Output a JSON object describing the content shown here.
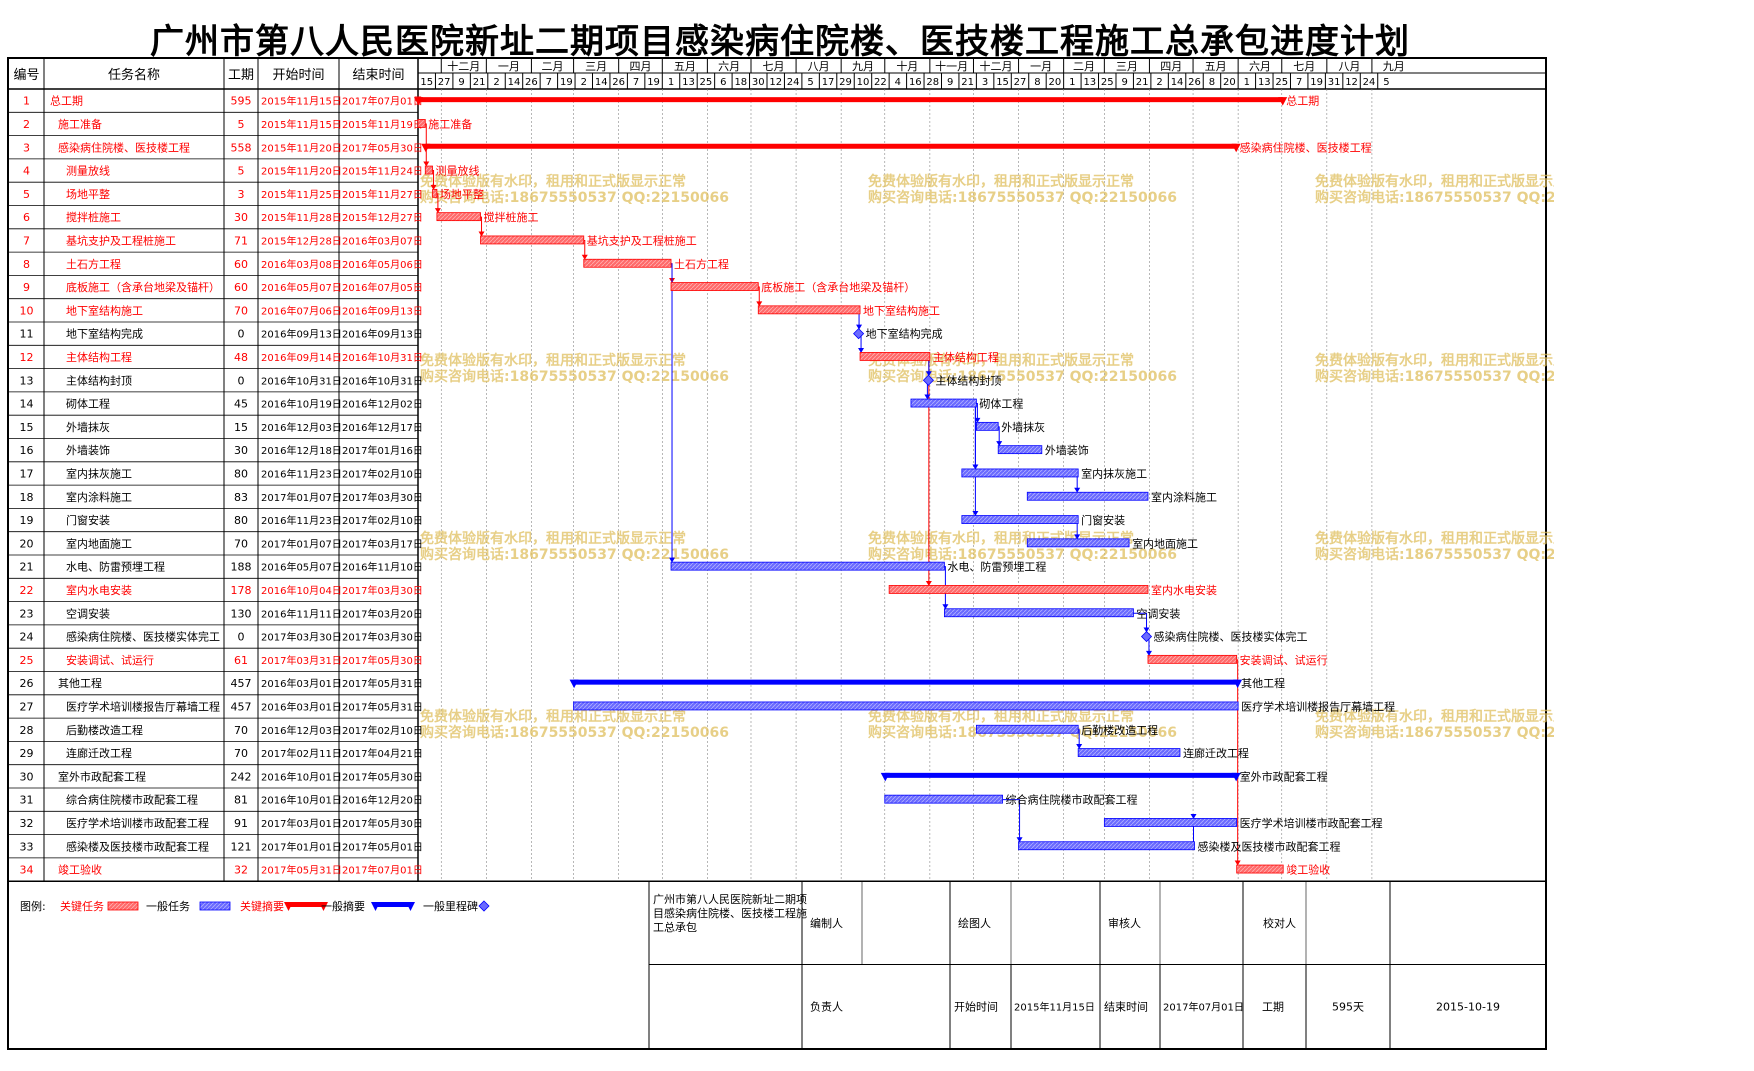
{
  "title": "广州市第八人民医院新址二期项目感染病住院楼、医技楼工程施工总承包进度计划",
  "headers": {
    "id": "编号",
    "name": "任务名称",
    "dur": "工期",
    "start": "开始时间",
    "end": "结束时间"
  },
  "months": [
    "十二月",
    "一月",
    "二月",
    "三月",
    "四月",
    "五月",
    "六月",
    "七月",
    "八月",
    "九月",
    "十月",
    "十一月",
    "十二月",
    "一月",
    "二月",
    "三月",
    "四月",
    "五月",
    "六月",
    "七月",
    "八月",
    "九月"
  ],
  "days": [
    "15",
    "27",
    "9",
    "21",
    "2",
    "14",
    "26",
    "7",
    "19",
    "2",
    "14",
    "26",
    "7",
    "19",
    "1",
    "13",
    "25",
    "6",
    "18",
    "30",
    "12",
    "24",
    "5",
    "17",
    "29",
    "10",
    "22",
    "4",
    "16",
    "28",
    "9",
    "21",
    "3",
    "15",
    "27",
    "8",
    "20",
    "1",
    "13",
    "25",
    "9",
    "21",
    "2",
    "14",
    "26",
    "8",
    "20",
    "1",
    "13",
    "25",
    "7",
    "19",
    "31",
    "12",
    "24",
    "5"
  ],
  "colors": {
    "critical": "#ff0000",
    "critical_fill": "#ff6a6a",
    "normal": "#0000ff",
    "normal_fill": "#6a6aff",
    "watermark": "#e0c060"
  },
  "watermark": {
    "line1": "免费体验版有水印，租用和正式版显示正常",
    "line2": "购买咨询电话:18675550537 QQ:22150066"
  },
  "chart_data": {
    "type": "gantt",
    "title": "广州市第八人民医院新址二期项目感染病住院楼、医技楼工程施工总承包进度计划",
    "x_range": [
      "2015-11-15",
      "2017-09-10"
    ],
    "tasks": [
      {
        "id": "1",
        "name": "总工期",
        "dur": "595",
        "start": "2015年11月15日",
        "end": "2017年07月01日",
        "s": "2015-11-15",
        "e": "2017-07-01",
        "kind": "summary",
        "critical": true,
        "indent": 0,
        "label": "总工期"
      },
      {
        "id": "2",
        "name": "施工准备",
        "dur": "5",
        "start": "2015年11月15日",
        "end": "2015年11月19日",
        "s": "2015-11-15",
        "e": "2015-11-19",
        "kind": "task",
        "critical": true,
        "indent": 1,
        "label": "施工准备"
      },
      {
        "id": "3",
        "name": "感染病住院楼、医技楼工程",
        "dur": "558",
        "start": "2015年11月20日",
        "end": "2017年05月30日",
        "s": "2015-11-20",
        "e": "2017-05-30",
        "kind": "summary",
        "critical": true,
        "indent": 1,
        "label": "感染病住院楼、医技楼工程"
      },
      {
        "id": "4",
        "name": "测量放线",
        "dur": "5",
        "start": "2015年11月20日",
        "end": "2015年11月24日",
        "s": "2015-11-20",
        "e": "2015-11-24",
        "kind": "task",
        "critical": true,
        "indent": 2,
        "label": "测量放线"
      },
      {
        "id": "5",
        "name": "场地平整",
        "dur": "3",
        "start": "2015年11月25日",
        "end": "2015年11月27日",
        "s": "2015-11-25",
        "e": "2015-11-27",
        "kind": "task",
        "critical": true,
        "indent": 2,
        "label": "场地平整"
      },
      {
        "id": "6",
        "name": "搅拌桩施工",
        "dur": "30",
        "start": "2015年11月28日",
        "end": "2015年12月27日",
        "s": "2015-11-28",
        "e": "2015-12-27",
        "kind": "task",
        "critical": true,
        "indent": 2,
        "label": "搅拌桩施工"
      },
      {
        "id": "7",
        "name": "基坑支护及工程桩施工",
        "dur": "71",
        "start": "2015年12月28日",
        "end": "2016年03月07日",
        "s": "2015-12-28",
        "e": "2016-03-07",
        "kind": "task",
        "critical": true,
        "indent": 2,
        "label": "基坑支护及工程桩施工"
      },
      {
        "id": "8",
        "name": "土石方工程",
        "dur": "60",
        "start": "2016年03月08日",
        "end": "2016年05月06日",
        "s": "2016-03-08",
        "e": "2016-05-06",
        "kind": "task",
        "critical": true,
        "indent": 2,
        "label": "土石方工程"
      },
      {
        "id": "9",
        "name": "底板施工（含承台地梁及锚杆）",
        "dur": "60",
        "start": "2016年05月07日",
        "end": "2016年07月05日",
        "s": "2016-05-07",
        "e": "2016-07-05",
        "kind": "task",
        "critical": true,
        "indent": 2,
        "label": "底板施工（含承台地梁及锚杆）"
      },
      {
        "id": "10",
        "name": "地下室结构施工",
        "dur": "70",
        "start": "2016年07月06日",
        "end": "2016年09月13日",
        "s": "2016-07-06",
        "e": "2016-09-13",
        "kind": "task",
        "critical": true,
        "indent": 2,
        "label": "地下室结构施工"
      },
      {
        "id": "11",
        "name": "地下室结构完成",
        "dur": "0",
        "start": "2016年09月13日",
        "end": "2016年09月13日",
        "s": "2016-09-13",
        "e": "2016-09-13",
        "kind": "milestone",
        "critical": false,
        "indent": 2,
        "label": "地下室结构完成"
      },
      {
        "id": "12",
        "name": "主体结构工程",
        "dur": "48",
        "start": "2016年09月14日",
        "end": "2016年10月31日",
        "s": "2016-09-14",
        "e": "2016-10-31",
        "kind": "task",
        "critical": true,
        "indent": 2,
        "label": "主体结构工程"
      },
      {
        "id": "13",
        "name": "主体结构封顶",
        "dur": "0",
        "start": "2016年10月31日",
        "end": "2016年10月31日",
        "s": "2016-10-31",
        "e": "2016-10-31",
        "kind": "milestone",
        "critical": false,
        "indent": 2,
        "label": "主体结构封顶"
      },
      {
        "id": "14",
        "name": "砌体工程",
        "dur": "45",
        "start": "2016年10月19日",
        "end": "2016年12月02日",
        "s": "2016-10-19",
        "e": "2016-12-02",
        "kind": "task",
        "critical": false,
        "indent": 2,
        "label": "砌体工程"
      },
      {
        "id": "15",
        "name": "外墙抹灰",
        "dur": "15",
        "start": "2016年12月03日",
        "end": "2016年12月17日",
        "s": "2016-12-03",
        "e": "2016-12-17",
        "kind": "task",
        "critical": false,
        "indent": 2,
        "label": "外墙抹灰"
      },
      {
        "id": "16",
        "name": "外墙装饰",
        "dur": "30",
        "start": "2016年12月18日",
        "end": "2017年01月16日",
        "s": "2016-12-18",
        "e": "2017-01-16",
        "kind": "task",
        "critical": false,
        "indent": 2,
        "label": "外墙装饰"
      },
      {
        "id": "17",
        "name": "室内抹灰施工",
        "dur": "80",
        "start": "2016年11月23日",
        "end": "2017年02月10日",
        "s": "2016-11-23",
        "e": "2017-02-10",
        "kind": "task",
        "critical": false,
        "indent": 2,
        "label": "室内抹灰施工"
      },
      {
        "id": "18",
        "name": "室内涂料施工",
        "dur": "83",
        "start": "2017年01月07日",
        "end": "2017年03月30日",
        "s": "2017-01-07",
        "e": "2017-03-30",
        "kind": "task",
        "critical": false,
        "indent": 2,
        "label": "室内涂料施工"
      },
      {
        "id": "19",
        "name": "门窗安装",
        "dur": "80",
        "start": "2016年11月23日",
        "end": "2017年02月10日",
        "s": "2016-11-23",
        "e": "2017-02-10",
        "kind": "task",
        "critical": false,
        "indent": 2,
        "label": "门窗安装"
      },
      {
        "id": "20",
        "name": "室内地面施工",
        "dur": "70",
        "start": "2017年01月07日",
        "end": "2017年03月17日",
        "s": "2017-01-07",
        "e": "2017-03-17",
        "kind": "task",
        "critical": false,
        "indent": 2,
        "label": "室内地面施工"
      },
      {
        "id": "21",
        "name": "水电、防雷预埋工程",
        "dur": "188",
        "start": "2016年05月07日",
        "end": "2016年11月10日",
        "s": "2016-05-07",
        "e": "2016-11-10",
        "kind": "task",
        "critical": false,
        "indent": 2,
        "label": "水电、防雷预埋工程"
      },
      {
        "id": "22",
        "name": "室内水电安装",
        "dur": "178",
        "start": "2016年10月04日",
        "end": "2017年03月30日",
        "s": "2016-10-04",
        "e": "2017-03-30",
        "kind": "task",
        "critical": true,
        "indent": 2,
        "label": "室内水电安装"
      },
      {
        "id": "23",
        "name": "空调安装",
        "dur": "130",
        "start": "2016年11月11日",
        "end": "2017年03月20日",
        "s": "2016-11-11",
        "e": "2017-03-20",
        "kind": "task",
        "critical": false,
        "indent": 2,
        "label": "空调安装"
      },
      {
        "id": "24",
        "name": "感染病住院楼、医技楼实体完工",
        "dur": "0",
        "start": "2017年03月30日",
        "end": "2017年03月30日",
        "s": "2017-03-30",
        "e": "2017-03-30",
        "kind": "milestone",
        "critical": false,
        "indent": 2,
        "label": "感染病住院楼、医技楼实体完工"
      },
      {
        "id": "25",
        "name": "安装调试、试运行",
        "dur": "61",
        "start": "2017年03月31日",
        "end": "2017年05月30日",
        "s": "2017-03-31",
        "e": "2017-05-30",
        "kind": "task",
        "critical": true,
        "indent": 2,
        "label": "安装调试、试运行"
      },
      {
        "id": "26",
        "name": "其他工程",
        "dur": "457",
        "start": "2016年03月01日",
        "end": "2017年05月31日",
        "s": "2016-03-01",
        "e": "2017-05-31",
        "kind": "summary",
        "critical": false,
        "indent": 1,
        "label": "其他工程"
      },
      {
        "id": "27",
        "name": "医疗学术培训楼报告厅幕墙工程",
        "dur": "457",
        "start": "2016年03月01日",
        "end": "2017年05月31日",
        "s": "2016-03-01",
        "e": "2017-05-31",
        "kind": "task",
        "critical": false,
        "indent": 2,
        "label": "医疗学术培训楼报告厅幕墙工程"
      },
      {
        "id": "28",
        "name": "后勤楼改造工程",
        "dur": "70",
        "start": "2016年12月03日",
        "end": "2017年02月10日",
        "s": "2016-12-03",
        "e": "2017-02-10",
        "kind": "task",
        "critical": false,
        "indent": 2,
        "label": "后勤楼改造工程"
      },
      {
        "id": "29",
        "name": "连廊迁改工程",
        "dur": "70",
        "start": "2017年02月11日",
        "end": "2017年04月21日",
        "s": "2017-02-11",
        "e": "2017-04-21",
        "kind": "task",
        "critical": false,
        "indent": 2,
        "label": "连廊迁改工程"
      },
      {
        "id": "30",
        "name": "室外市政配套工程",
        "dur": "242",
        "start": "2016年10月01日",
        "end": "2017年05月30日",
        "s": "2016-10-01",
        "e": "2017-05-30",
        "kind": "summary",
        "critical": false,
        "indent": 1,
        "label": "室外市政配套工程"
      },
      {
        "id": "31",
        "name": "综合病住院楼市政配套工程",
        "dur": "81",
        "start": "2016年10月01日",
        "end": "2016年12月20日",
        "s": "2016-10-01",
        "e": "2016-12-20",
        "kind": "task",
        "critical": false,
        "indent": 2,
        "label": "综合病住院楼市政配套工程"
      },
      {
        "id": "32",
        "name": "医疗学术培训楼市政配套工程",
        "dur": "91",
        "start": "2017年03月01日",
        "end": "2017年05月30日",
        "s": "2017-03-01",
        "e": "2017-05-30",
        "kind": "task",
        "critical": false,
        "indent": 2,
        "label": "医疗学术培训楼市政配套工程"
      },
      {
        "id": "33",
        "name": "感染楼及医技楼市政配套工程",
        "dur": "121",
        "start": "2017年01月01日",
        "end": "2017年05月01日",
        "s": "2017-01-01",
        "e": "2017-05-01",
        "kind": "task",
        "critical": false,
        "indent": 2,
        "label": "感染楼及医技楼市政配套工程"
      },
      {
        "id": "34",
        "name": "竣工验收",
        "dur": "32",
        "start": "2017年05月31日",
        "end": "2017年07月01日",
        "s": "2017-05-31",
        "e": "2017-07-01",
        "kind": "task",
        "critical": true,
        "indent": 1,
        "label": "竣工验收"
      }
    ],
    "links": [
      [
        "2",
        "4"
      ],
      [
        "4",
        "5"
      ],
      [
        "5",
        "6"
      ],
      [
        "6",
        "7"
      ],
      [
        "7",
        "8"
      ],
      [
        "8",
        "9"
      ],
      [
        "8",
        "21"
      ],
      [
        "9",
        "10"
      ],
      [
        "10",
        "11"
      ],
      [
        "11",
        "12"
      ],
      [
        "12",
        "22"
      ],
      [
        "12",
        "13"
      ],
      [
        "13",
        "14"
      ],
      [
        "14",
        "15"
      ],
      [
        "15",
        "16"
      ],
      [
        "14",
        "17"
      ],
      [
        "14",
        "19"
      ],
      [
        "17",
        "18"
      ],
      [
        "19",
        "20"
      ],
      [
        "21",
        "23"
      ],
      [
        "23",
        "24"
      ],
      [
        "24",
        "25"
      ],
      [
        "25",
        "34"
      ],
      [
        "31",
        "33"
      ],
      [
        "33",
        "32"
      ],
      [
        "28",
        "29"
      ]
    ]
  },
  "legend": {
    "label": "图例:",
    "items": [
      {
        "text": "关键任务",
        "symbol": "critical-task"
      },
      {
        "text": "一般任务",
        "symbol": "normal-task"
      },
      {
        "text": "关键摘要",
        "symbol": "critical-summary"
      },
      {
        "text": "一般摘要",
        "symbol": "normal-summary"
      },
      {
        "text": "一般里程碑",
        "symbol": "normal-milestone"
      }
    ]
  },
  "footer": {
    "project": "广州市第八人民医院新址二期项目感染病住院楼、医技楼工程施工总承包",
    "prepared_by_label": "编制人",
    "drawn_by_label": "绘图人",
    "reviewed_by_label": "审核人",
    "checked_by_label": "校对人",
    "responsible_label": "负责人",
    "start_label": "开始时间",
    "start_value": "2015年11月15日",
    "end_label": "结束时间",
    "end_value": "2017年07月01日",
    "duration_label": "工期",
    "duration_value": "595天",
    "date_value": "2015-10-19"
  }
}
